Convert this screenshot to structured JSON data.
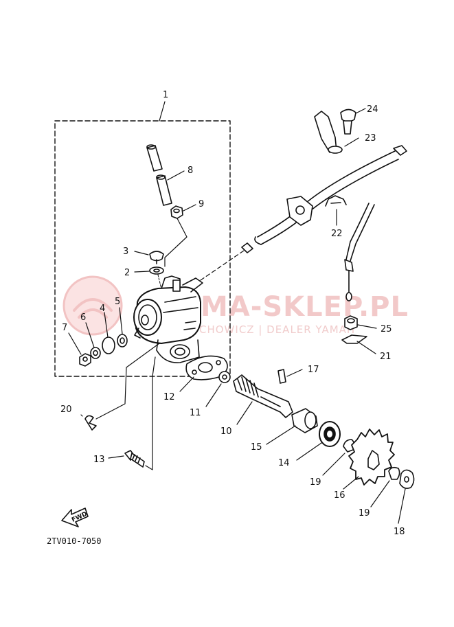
{
  "diagram": {
    "code": "2TV010-7050",
    "fwd_label": "FWD",
    "watermark": {
      "main": "MA-SKLEP.PL",
      "sub": "CHOWICZ | DEALER YAMAH"
    },
    "callouts": [
      "1",
      "2",
      "3",
      "4",
      "5",
      "6",
      "7",
      "8",
      "9",
      "10",
      "11",
      "12",
      "13",
      "14",
      "15",
      "16",
      "17",
      "18",
      "19",
      "19",
      "20",
      "21",
      "22",
      "23",
      "24",
      "25"
    ]
  }
}
